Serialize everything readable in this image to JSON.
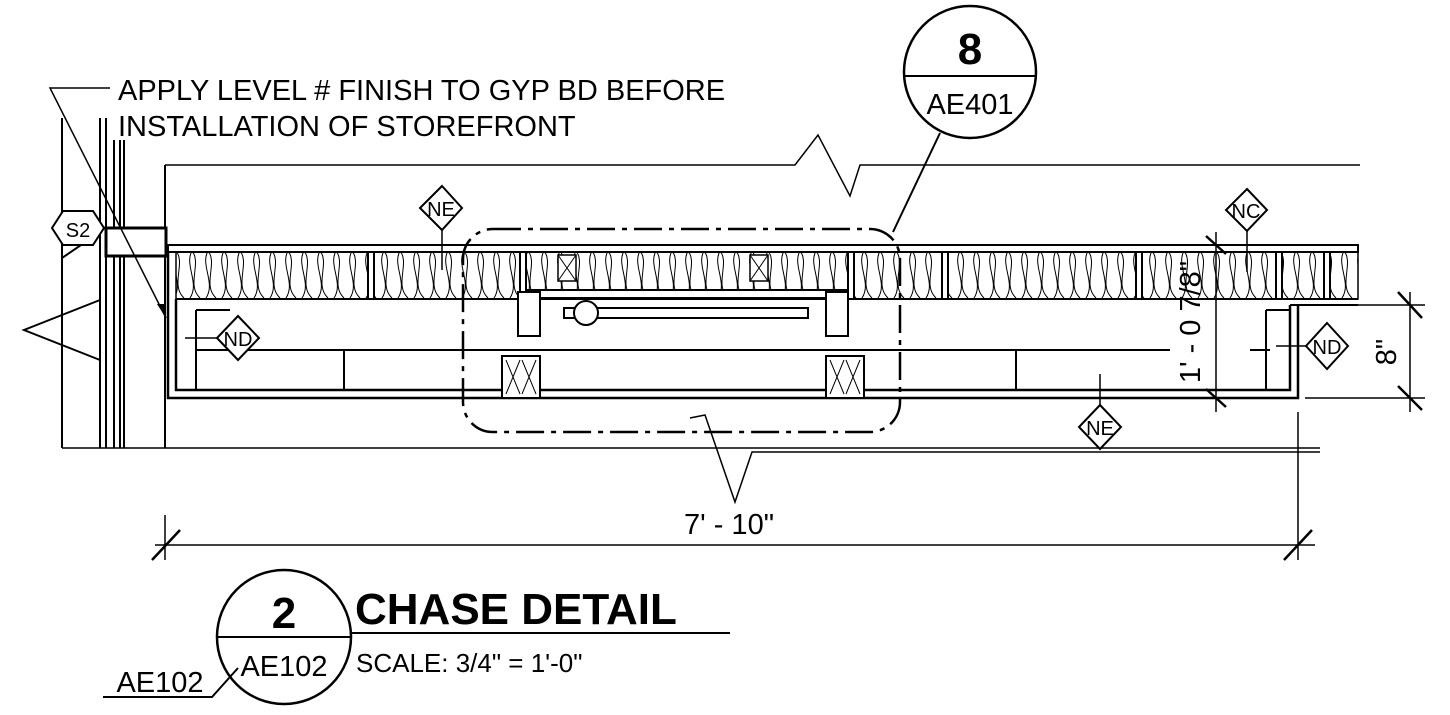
{
  "note": {
    "line1": "APPLY LEVEL # FINISH TO GYP BD BEFORE",
    "line2": "INSTALLATION OF STOREFRONT"
  },
  "callout_detail": {
    "number": "8",
    "sheet": "AE401"
  },
  "tags": {
    "s2": "S2",
    "ne_top": "NE",
    "nc_top": "NC",
    "nd_left": "ND",
    "nd_right": "ND",
    "ne_bottom": "NE"
  },
  "dimensions": {
    "overall_width": "7' - 10\"",
    "depth_vertical": "1' - 0 7/8\"",
    "right_offset": "8\""
  },
  "title_block": {
    "number": "2",
    "sheet": "AE102",
    "ref_sheet": "AE102",
    "title": "CHASE DETAIL",
    "scale": "SCALE:  3/4\" = 1'-0\""
  }
}
